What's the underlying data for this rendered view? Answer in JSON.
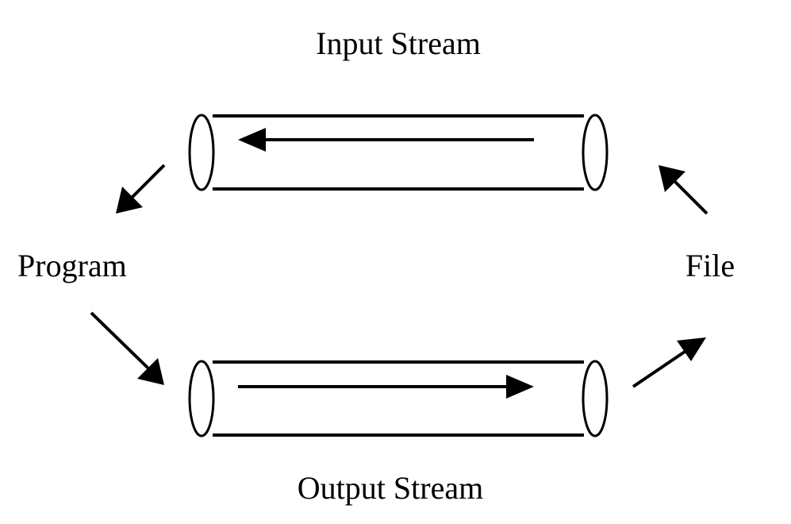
{
  "labels": {
    "input_stream": "Input Stream",
    "output_stream": "Output Stream",
    "program": "Program",
    "file": "File"
  },
  "colors": {
    "stroke": "#000000",
    "background": "#ffffff"
  }
}
